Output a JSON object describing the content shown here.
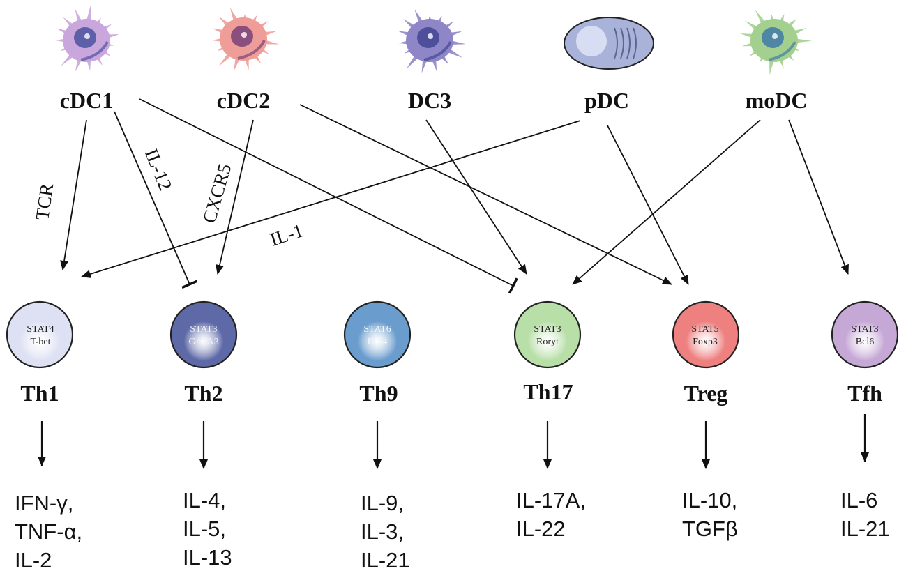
{
  "dendritic_cells": [
    {
      "id": "cdc1",
      "label": "cDC1",
      "color": "#c9a6dc",
      "nucleus": "#5d5fa8"
    },
    {
      "id": "cdc2",
      "label": "cDC2",
      "color": "#ef9d98",
      "nucleus": "#8a4f7c"
    },
    {
      "id": "dc3",
      "label": "DC3",
      "color": "#8e86c6",
      "nucleus": "#4e4f9a"
    },
    {
      "id": "pdc",
      "label": "pDC",
      "color": "#a9b3d9",
      "nucleus": "#8d97c4"
    },
    {
      "id": "modc",
      "label": "moDC",
      "color": "#a3d08e",
      "nucleus": "#4f86a3"
    }
  ],
  "t_cells": [
    {
      "id": "th1",
      "label": "Th1",
      "factors": [
        "STAT4",
        "T-bet"
      ],
      "color": "#dde1f3",
      "cytokines": [
        "IFN-γ,",
        "TNF-α,",
        "IL-2"
      ]
    },
    {
      "id": "th2",
      "label": "Th2",
      "factors": [
        "STAT3",
        "GATA3"
      ],
      "color": "#5e6aa8",
      "cytokines": [
        "IL-4,",
        "IL-5,",
        "IL-13"
      ]
    },
    {
      "id": "th9",
      "label": "Th9",
      "factors": [
        "STAT6",
        "IRF4"
      ],
      "color": "#6a9ccd",
      "cytokines": [
        "IL-9,",
        "IL-3,",
        "IL-21"
      ]
    },
    {
      "id": "th17",
      "label": "Th17",
      "factors": [
        "STAT3",
        "Roryt"
      ],
      "color": "#b8dfa8",
      "cytokines": [
        "IL-17A,",
        "IL-22"
      ]
    },
    {
      "id": "treg",
      "label": "Treg",
      "factors": [
        "STAT5",
        "Foxp3"
      ],
      "color": "#ee8080",
      "cytokines": [
        "IL-10,",
        "TGFβ"
      ]
    },
    {
      "id": "tfh",
      "label": "Tfh",
      "factors": [
        "STAT3",
        "Bcl6"
      ],
      "color": "#c6a8d6",
      "cytokines": [
        "IL-6",
        "IL-21"
      ]
    }
  ],
  "edges": [
    {
      "from": "cdc1",
      "to": "th1",
      "type": "activate",
      "label": "TCR"
    },
    {
      "from": "cdc1",
      "to": "th2",
      "type": "inhibit",
      "label": "IL-12"
    },
    {
      "from": "cdc1",
      "to": "th17",
      "type": "inhibit",
      "label": ""
    },
    {
      "from": "cdc2",
      "to": "th2",
      "type": "activate",
      "label": "CXCR5"
    },
    {
      "from": "cdc2",
      "to": "treg",
      "type": "activate",
      "label": ""
    },
    {
      "from": "dc3",
      "to": "th17",
      "type": "activate",
      "label": ""
    },
    {
      "from": "pdc",
      "to": "th1",
      "type": "activate",
      "label": "IL-1"
    },
    {
      "from": "pdc",
      "to": "treg",
      "type": "activate",
      "label": ""
    },
    {
      "from": "modc",
      "to": "th17",
      "type": "activate",
      "label": ""
    },
    {
      "from": "modc",
      "to": "tfh",
      "type": "activate",
      "label": ""
    }
  ]
}
